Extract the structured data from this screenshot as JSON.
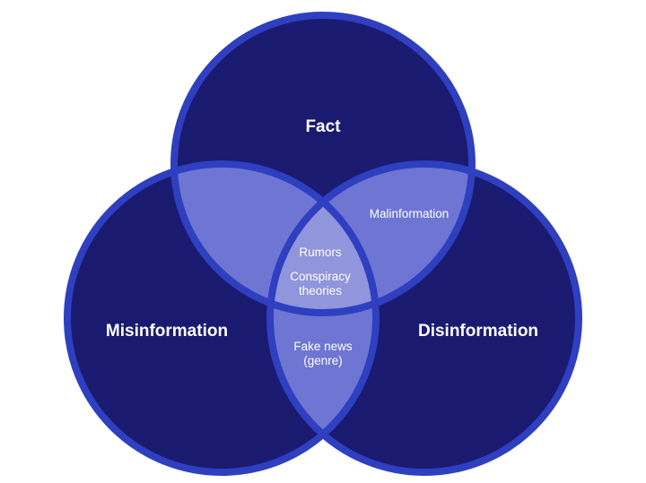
{
  "diagram": {
    "type": "venn",
    "circles": {
      "top": {
        "label": "Fact"
      },
      "left": {
        "label": "Misinformation"
      },
      "right": {
        "label": "Disinformation"
      }
    },
    "overlaps": {
      "top_right": {
        "label": "Malinformation"
      },
      "center": {
        "line1": "Rumors",
        "line2": "Conspiracy",
        "line3": "theories"
      },
      "left_right": {
        "line1": "Fake news",
        "line2": "(genre)"
      }
    },
    "colors": {
      "background": "#ffffff",
      "circle_fill": "#1a1a70",
      "circle_stroke": "#2e3fc0",
      "overlap_fill": "#6e75d3",
      "center_fill": "#9095dc",
      "text": "#ffffff"
    }
  }
}
